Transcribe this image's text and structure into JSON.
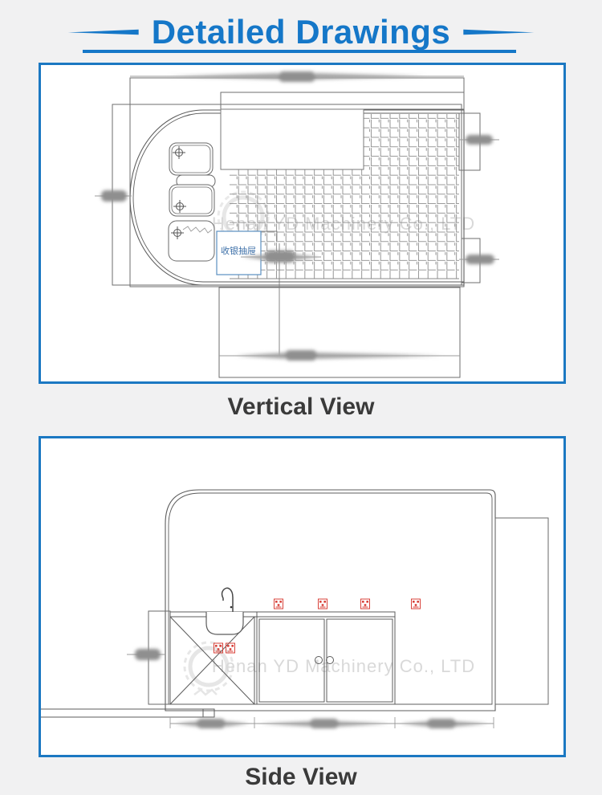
{
  "header": {
    "title": "Detailed Drawings"
  },
  "panels": [
    {
      "caption": "Vertical View"
    },
    {
      "caption": "Side View"
    }
  ],
  "vertical_view": {
    "cash_drawer_label": "收银抽屉",
    "watermark": "Henan YD Machinery Co., LTD",
    "blurred_dimension_labels": 6
  },
  "side_view": {
    "watermark": "Henan YD Machinery Co., LTD",
    "wall_outlet_count": 4,
    "cabinet_outlet_count": 2,
    "blurred_dimension_labels": 4
  },
  "colors": {
    "accent_blue": "#1577c8",
    "panel_border_blue": "#1b78c2",
    "caption_gray": "#3a3a3a",
    "drawing_line_gray": "#606060",
    "outlet_red": "#d8423a",
    "cash_drawer_blue": "#4a80b4",
    "watermark_gray": "#dcdcdc",
    "background": "#f1f1f2"
  }
}
